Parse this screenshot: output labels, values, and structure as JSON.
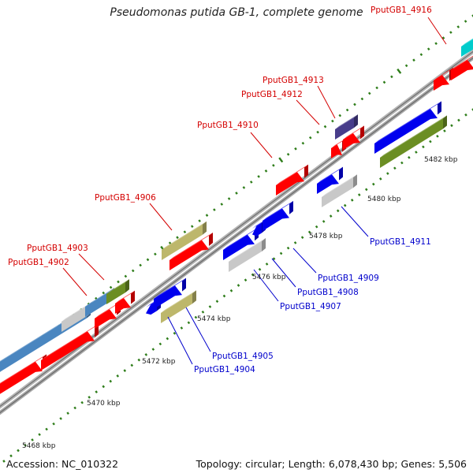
{
  "title": "Pseudomonas putida GB-1, complete genome",
  "footer": {
    "accession": "Accession: NC_010322",
    "summary": "Topology: circular; Length: 6,078,430 bp; Genes: 5,506"
  },
  "colors": {
    "forward_label": "#d40000",
    "reverse_label": "#0000cc",
    "backbone": "#8c8c8c",
    "tick": "#2e7d1a",
    "red": "#ff0000",
    "blue": "#0000ee",
    "khaki": "#bdb76b",
    "olive": "#6b8e23",
    "grey": "#c8c8c8",
    "steel": "#4a86c0",
    "slate": "#483d8b",
    "cyan": "#00cccc"
  },
  "kbp_labels": [
    "5468 kbp",
    "5470 kbp",
    "5472 kbp",
    "5474 kbp",
    "5476 kbp",
    "5478 kbp",
    "5480 kbp",
    "5482 kbp"
  ],
  "gene_labels": [
    "PputGB1_4902",
    "PputGB1_4903",
    "PputGB1_4904",
    "PputGB1_4905",
    "PputGB1_4906",
    "PputGB1_4907",
    "PputGB1_4908",
    "PputGB1_4909",
    "PputGB1_4910",
    "PputGB1_4911",
    "PputGB1_4912",
    "PputGB1_4913",
    "PputGB1_4916"
  ]
}
